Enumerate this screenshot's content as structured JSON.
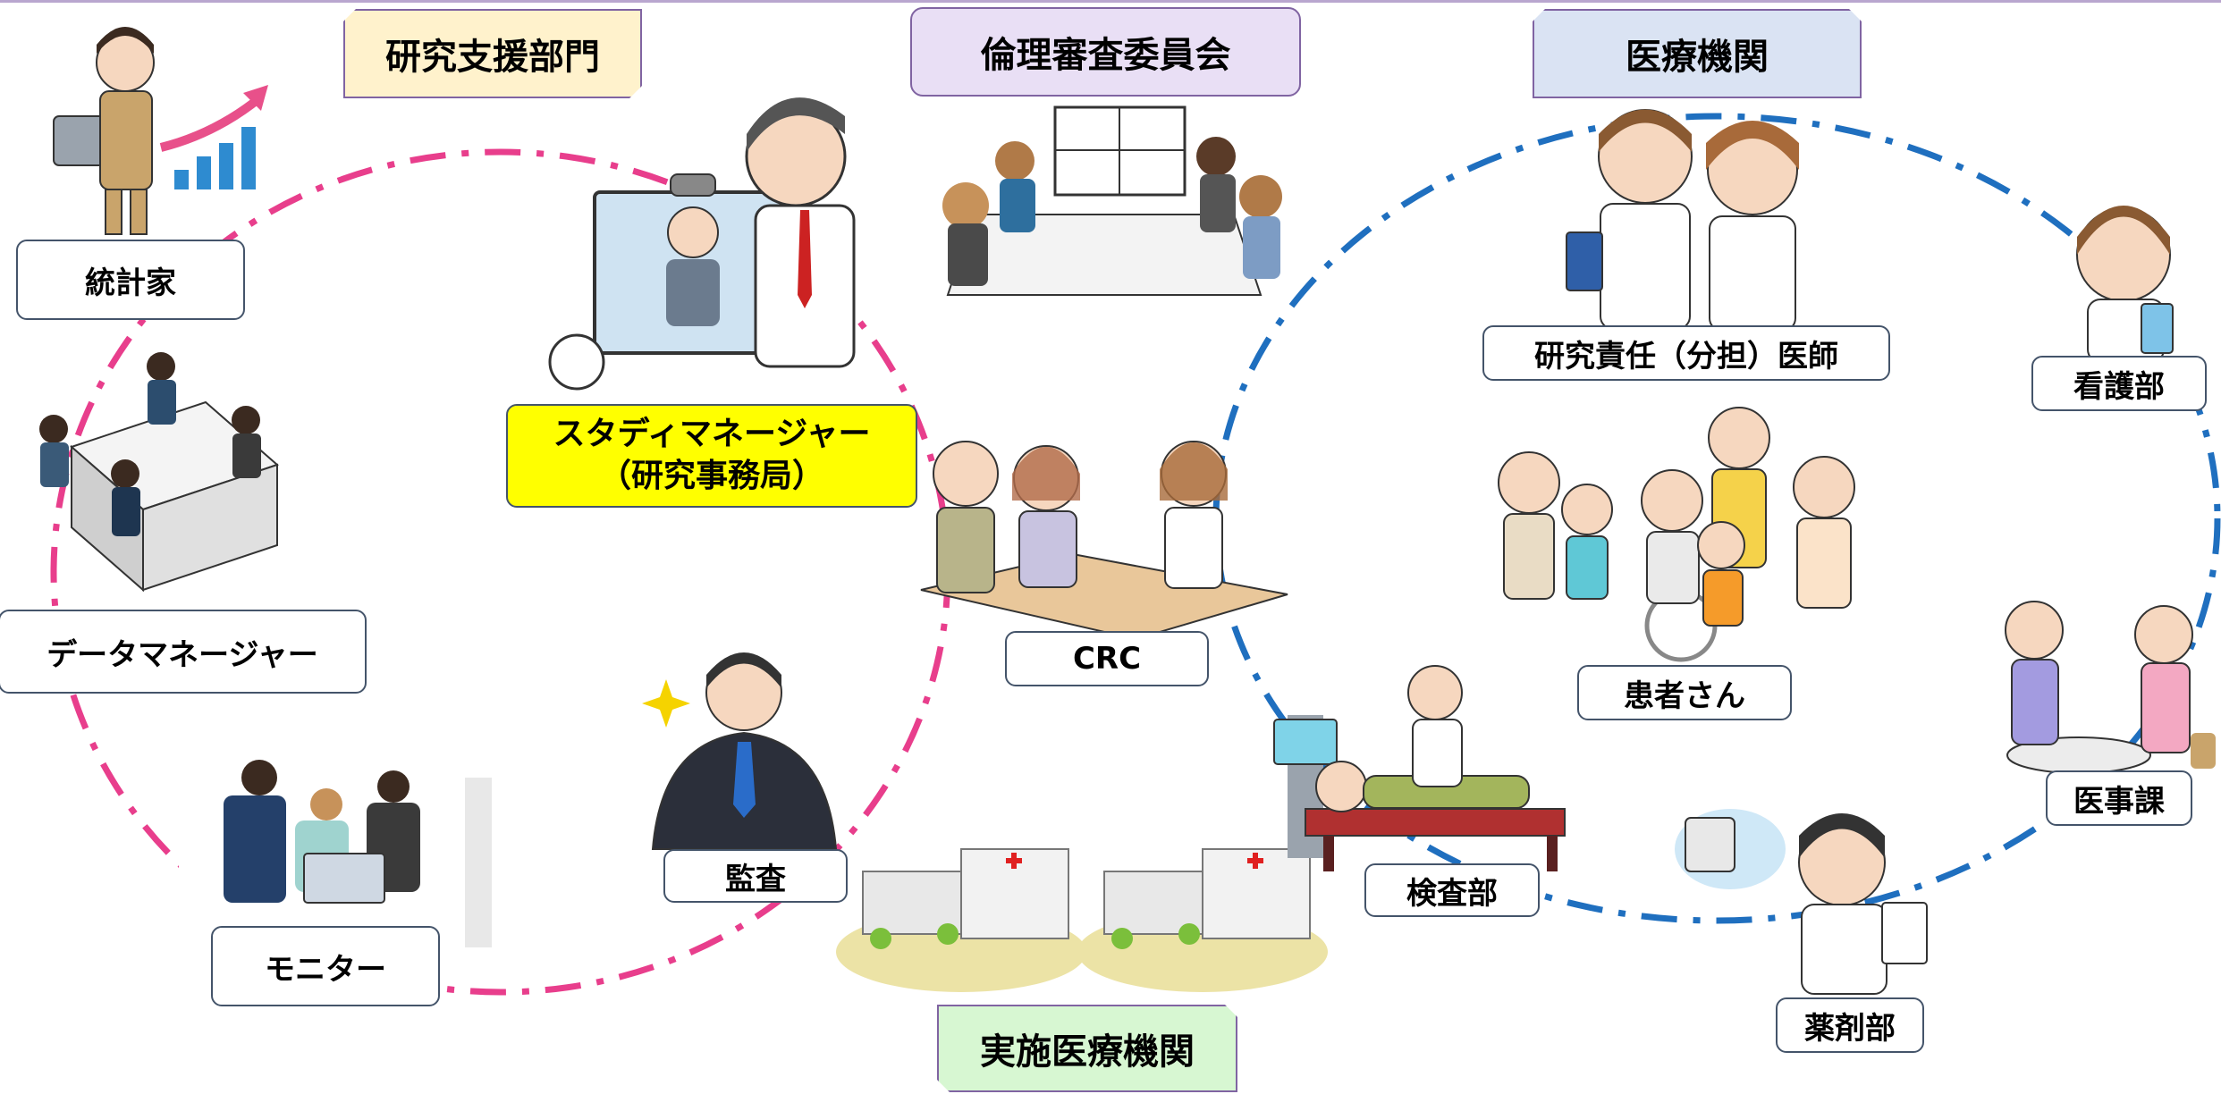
{
  "headers": {
    "research_support": "研究支援部門",
    "ethics_committee": "倫理審査委員会",
    "medical_institution": "医療機関",
    "implementing_institution": "実施医療機関"
  },
  "roles": {
    "statistician": "統計家",
    "data_manager": "データマネージャー",
    "monitor": "モニター",
    "audit": "監査",
    "study_manager_line1": "スタディマネージャー",
    "study_manager_line2": "（研究事務局）",
    "crc": "CRC",
    "investigator": "研究責任（分担）医師",
    "patients": "患者さん",
    "nursing": "看護部",
    "medical_affairs": "医事課",
    "laboratory": "検査部",
    "pharmacy": "薬剤部"
  },
  "colors": {
    "support_circle": "#e83e8c",
    "medical_circle": "#1f6fbf",
    "study_manager_fill": "#ffff00"
  },
  "icons": [
    "statistician-illustration",
    "data-team-illustration",
    "monitor-team-illustration",
    "video-call-illustration",
    "ethics-meeting-illustration",
    "crc-meeting-illustration",
    "auditor-illustration",
    "hospital-buildings-illustration",
    "doctors-illustration",
    "patient-family-illustration",
    "nurse-illustration",
    "reception-illustration",
    "examination-illustration",
    "pharmacist-illustration"
  ]
}
